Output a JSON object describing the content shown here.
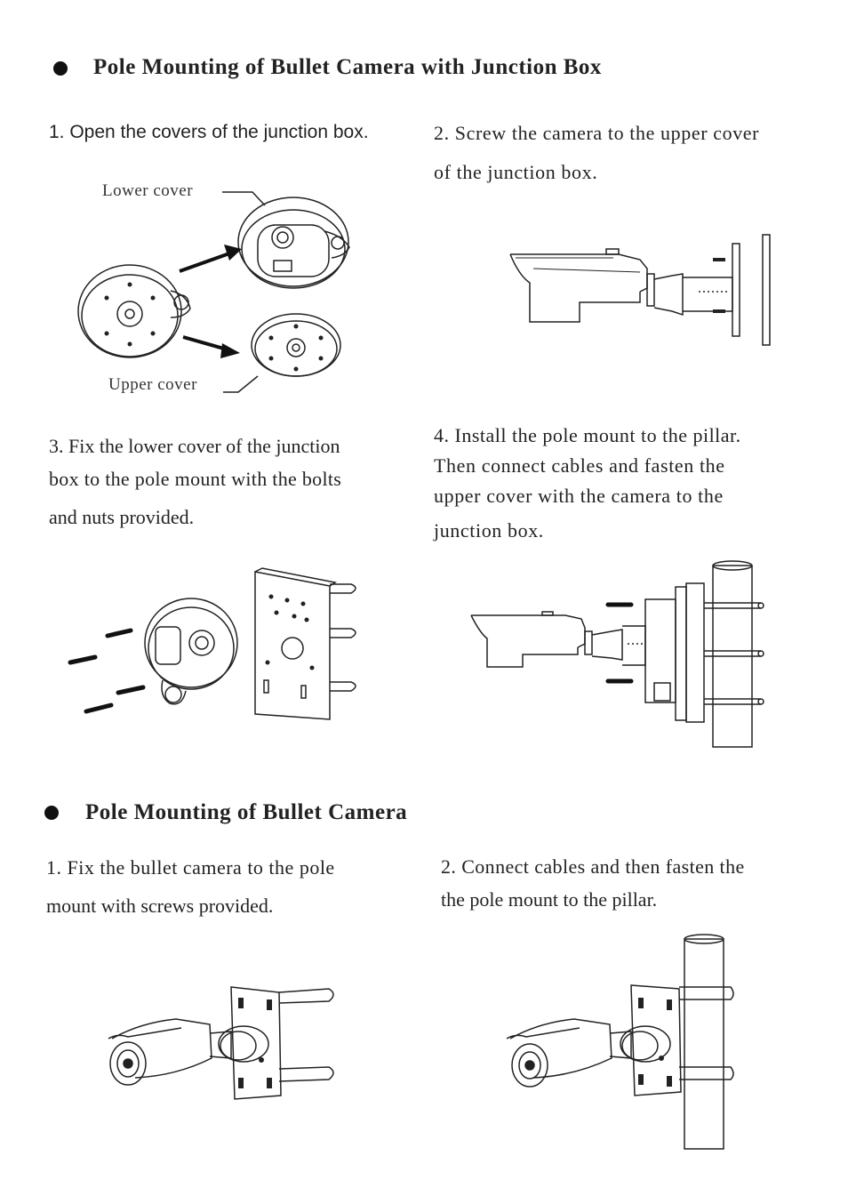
{
  "section1": {
    "title": "Pole Mounting of Bullet Camera with Junction Box",
    "steps": [
      {
        "lines": [
          "1. Open the covers of the junction box."
        ]
      },
      {
        "lines": [
          "2. Screw the camera to the upper cover",
          "of the junction box."
        ]
      },
      {
        "lines": [
          "3. Fix the lower cover of the junction",
          "box to the pole mount with the bolts",
          "and nuts provided."
        ]
      },
      {
        "lines": [
          "4. Install the pole mount to the pillar.",
          "Then connect cables and fasten the",
          "upper cover with the camera to the",
          "junction box."
        ]
      }
    ],
    "labels": {
      "lower_cover": "Lower cover",
      "upper_cover": "Upper cover"
    }
  },
  "section2": {
    "title": "Pole Mounting of Bullet Camera",
    "steps": [
      {
        "lines": [
          "1.  Fix the bullet camera to the pole",
          "mount with screws provided."
        ]
      },
      {
        "lines": [
          "2.  Connect cables  and then fasten the",
          "the pole mount to the pillar."
        ]
      }
    ]
  }
}
